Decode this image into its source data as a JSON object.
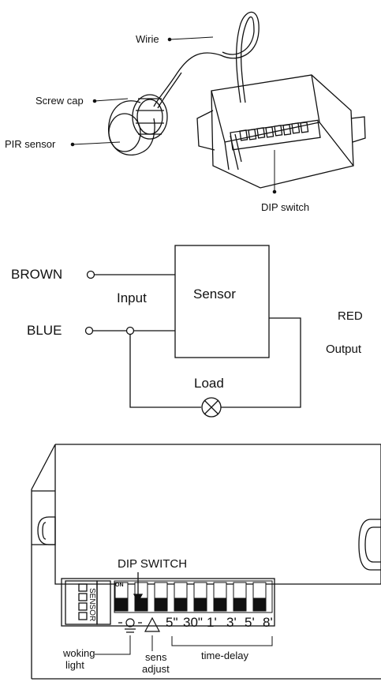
{
  "section1": {
    "labels": {
      "wire": "Wirie",
      "screw_cap": "Screw cap",
      "pir_sensor": "PIR sensor",
      "dip_switch": "DIP switch"
    }
  },
  "section2": {
    "labels": {
      "brown": "BROWN",
      "blue": "BLUE",
      "input": "Input",
      "sensor": "Sensor",
      "red": "RED",
      "output": "Output",
      "load": "Load"
    }
  },
  "section3": {
    "labels": {
      "dip_switch": "DIP SWITCH",
      "sensor_text": "SENSOR",
      "on": "ON",
      "working_light_l1": "woking",
      "working_light_l2": "light",
      "sens_l1": "sens",
      "sens_l2": "adjust",
      "time_delay": "time-delay"
    },
    "switch_labels": [
      "5\"",
      "30\"",
      "1'",
      "3'",
      "5'",
      "8'"
    ]
  }
}
